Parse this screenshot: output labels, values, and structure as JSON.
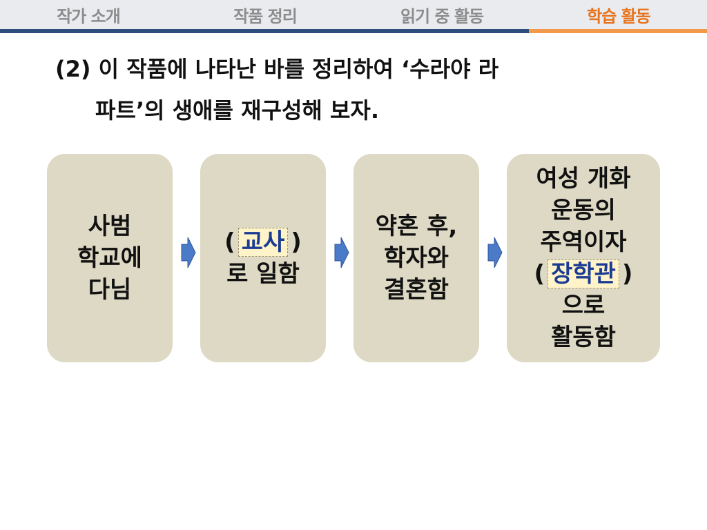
{
  "nav": {
    "tabs": [
      {
        "label": "작가 소개",
        "active": false
      },
      {
        "label": "작품 정리",
        "active": false
      },
      {
        "label": "읽기 중 활동",
        "active": false
      },
      {
        "label": "학습 활동",
        "active": true
      }
    ]
  },
  "question": {
    "line1": "(2)  이 작품에 나타난 바를 정리하여 ‘수라야 라",
    "line2": "파트’의 생애를 재구성해 보자."
  },
  "flow": {
    "step1": {
      "lines": [
        "사범",
        "학교에",
        "다님"
      ]
    },
    "step2": {
      "open": "(",
      "answer": "교사",
      "close": ")",
      "rest": "로 일함"
    },
    "step3": {
      "lines": [
        "약혼 후,",
        "학자와",
        "결혼함"
      ]
    },
    "step4": {
      "lines_before": [
        "여성 개화",
        "운동의",
        "주역이자"
      ],
      "open": "(",
      "answer": "장학관",
      "close": ")",
      "lines_after": [
        "으로",
        "활동함"
      ]
    }
  },
  "colors": {
    "box": "#ddd9c4",
    "arrow": "#4a7ac8",
    "answer_text": "#1c3c94",
    "active_tab": "#e8731c",
    "nav_bar": "#2e4f7d",
    "nav_bar_active": "#f39a4a"
  }
}
